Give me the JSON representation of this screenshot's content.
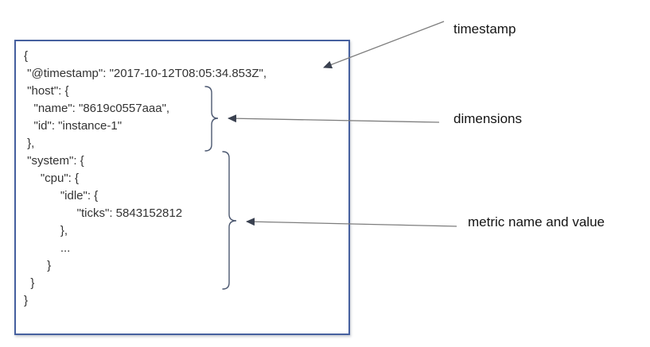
{
  "figure": {
    "description_background": "#ffffff"
  },
  "document_box": {
    "border_color": "#46609f",
    "code_lines": [
      "{",
      " \"@timestamp\": \"2017-10-12T08:05:34.853Z\",",
      " \"host\": {",
      "   \"name\": \"8619c0557aaa\",",
      "   \"id\": \"instance-1\"",
      " },",
      " \"system\": {",
      "     \"cpu\": {",
      "           \"idle\": {",
      "                \"ticks\": 5843152812",
      "           },",
      "           ...",
      "       }",
      "  }",
      "}"
    ]
  },
  "annotations": [
    {
      "id": "timestamp",
      "label": "timestamp"
    },
    {
      "id": "dimensions",
      "label": "dimensions"
    },
    {
      "id": "metric",
      "label": "metric name and value"
    }
  ],
  "colors": {
    "box_border": "#46609f",
    "code_text": "#333333",
    "label_text": "#141414",
    "arrow_line": "#7d7d7d",
    "arrow_head": "#3a4150",
    "brace": "#4c5870"
  }
}
